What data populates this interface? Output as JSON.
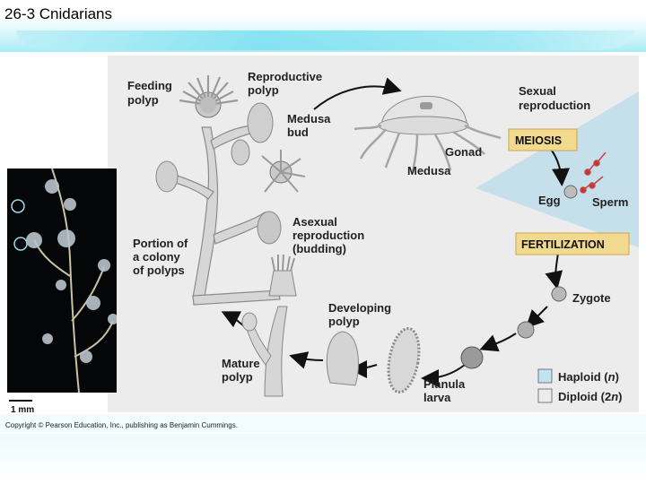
{
  "slide": {
    "title": "26-3 Cnidarians"
  },
  "figure": {
    "labels": {
      "feeding_polyp": [
        "Feeding",
        "polyp"
      ],
      "reproductive_polyp": [
        "Reproductive",
        "polyp"
      ],
      "medusa_bud": [
        "Medusa",
        "bud"
      ],
      "gonad": "Gonad",
      "medusa": "Medusa",
      "sexual_reproduction": [
        "Sexual",
        "reproduction"
      ],
      "meiosis": "MEIOSIS",
      "egg": "Egg",
      "sperm": "Sperm",
      "fertilization": "FERTILIZATION",
      "zygote": "Zygote",
      "asexual_reproduction": [
        "Asexual",
        "reproduction",
        "(budding)"
      ],
      "portion_of_colony": [
        "Portion of",
        "a colony",
        "of polyps"
      ],
      "developing_polyp": [
        "Developing",
        "polyp"
      ],
      "mature_polyp": [
        "Mature",
        "polyp"
      ],
      "planula_larva": [
        "Planula",
        "larva"
      ]
    },
    "legend": [
      {
        "label_prefix": "Haploid (",
        "italic": "n",
        "label_suffix": ")",
        "color": "#bfe3f1"
      },
      {
        "label_prefix": "Diploid (2",
        "italic": "n",
        "label_suffix": ")",
        "color": "#ececec"
      }
    ],
    "colors": {
      "background": "#ececec",
      "haploid": "#c5dfeb",
      "box": "#f1d990"
    }
  },
  "scale_bar": {
    "label": "1 mm"
  },
  "copyright": "Copyright © Pearson Education, Inc., publishing as Benjamin Cummings."
}
